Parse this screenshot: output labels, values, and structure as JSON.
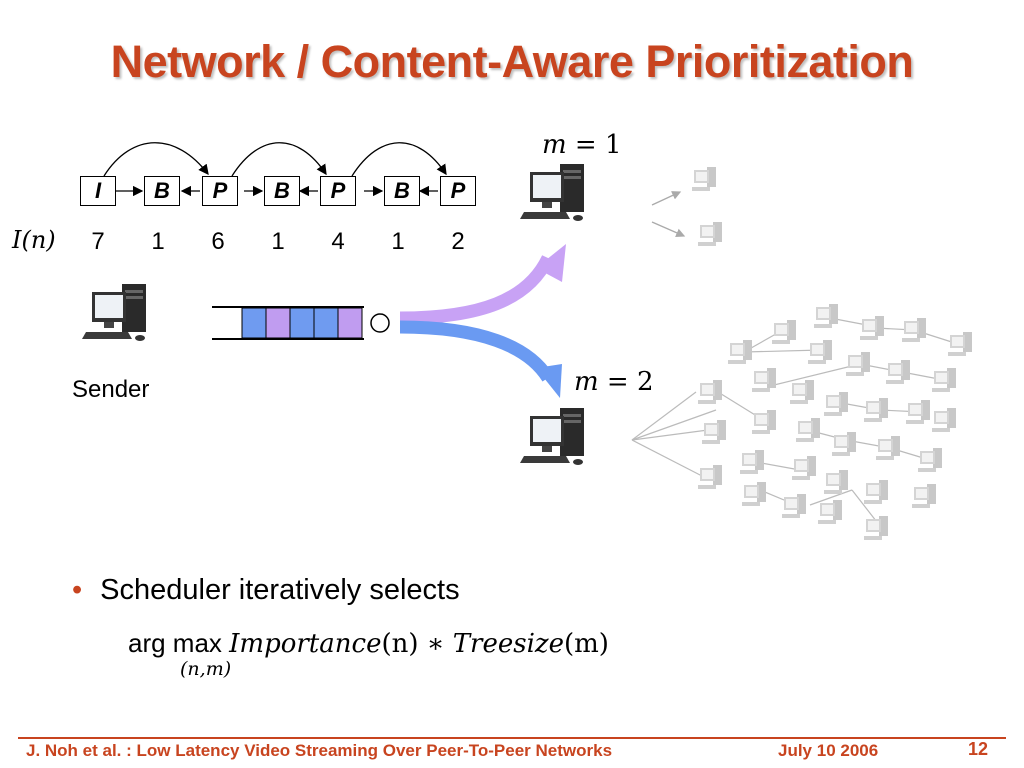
{
  "slide": {
    "title": "Network / Content-Aware Prioritization",
    "frames": [
      "I",
      "B",
      "P",
      "B",
      "P",
      "B",
      "P"
    ],
    "importance_label": "I(n)",
    "importance_values": [
      "7",
      "1",
      "6",
      "1",
      "4",
      "1",
      "2"
    ],
    "sender_label": "Sender",
    "m1_label_var": "m",
    "m1_label_rest": " = 1",
    "m2_label_var": "m",
    "m2_label_rest": " = 2",
    "bullet_text": "Scheduler iteratively selects",
    "formula_op": "arg max ",
    "formula_f1": "Importance",
    "formula_p1": "(n) ∗ ",
    "formula_f2": "Treesize",
    "formula_p2": "(m)",
    "formula_sub": "(n,m)",
    "queue_colors": [
      "#6f9bf0",
      "#c09cf0",
      "#6f9bf0",
      "#6f9bf0",
      "#c09cf0"
    ],
    "arrow_colors": {
      "top": "#c8a2f5",
      "bottom": "#6a9af2"
    },
    "accent_color": "#c8441f"
  },
  "footer": {
    "authors": "J. Noh et al. : Low Latency Video Streaming Over Peer-To-Peer Networks",
    "date": "July 10 2006",
    "page": "12"
  }
}
